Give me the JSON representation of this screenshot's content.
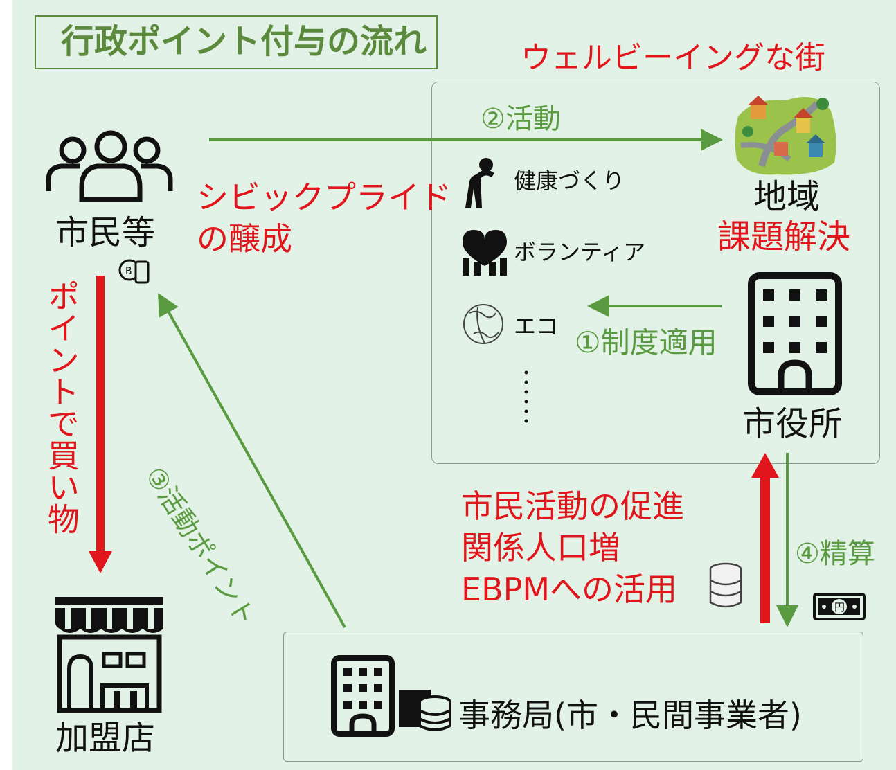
{
  "title": "行政ポイント付与の流れ",
  "wellbeing_town": "ウェルビーイングな街",
  "citizens": "市民等",
  "civic_pride": [
    "シビックプライド",
    "の醸成"
  ],
  "activity": "②活動",
  "activities": {
    "health": "健康づくり",
    "volunteer": "ボランティア",
    "eco": "エコ"
  },
  "region": "地域",
  "issue_solving": "課題解決",
  "system_apply": "①制度適用",
  "city_hall": "市役所",
  "shopping": "ポイントで買い物",
  "activity_points": "③活動ポイント",
  "promotion": [
    "市民活動の促進",
    "関係人口増",
    "EBPMへの活用"
  ],
  "settlement": "④精算",
  "store": "加盟店",
  "secretariat": "事務局(市・民間事業者)",
  "colors": {
    "accent_red": "#e0161c",
    "accent_green": "#5a9a40",
    "background": "#e3f2e6"
  }
}
